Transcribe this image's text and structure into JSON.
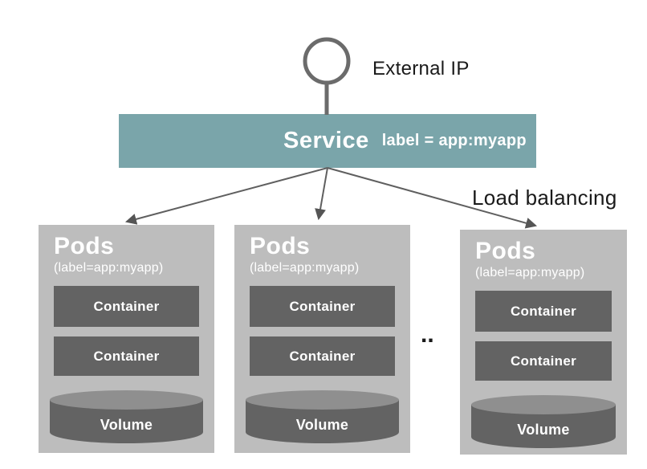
{
  "diagram": {
    "external_ip": {
      "label": "External IP"
    },
    "service": {
      "name": "Service",
      "selector": "label = app:myapp"
    },
    "load_balancing": {
      "label": "Load balancing"
    },
    "ellipsis": "..",
    "pods": [
      {
        "title": "Pods",
        "label": "(label=app:myapp)",
        "containers": [
          "Container",
          "Container"
        ],
        "volume": "Volume"
      },
      {
        "title": "Pods",
        "label": "(label=app:myapp)",
        "containers": [
          "Container",
          "Container"
        ],
        "volume": "Volume"
      },
      {
        "title": "Pods",
        "label": "(label=app:myapp)",
        "containers": [
          "Container",
          "Container"
        ],
        "volume": "Volume"
      }
    ],
    "colors": {
      "service_bar": "#7AA5AA",
      "pod_background": "#BDBDBD",
      "container_background": "#636363",
      "volume_top": "#8F8F8F",
      "connector_line": "#5f5f5f",
      "text_dark": "#1a1a1a",
      "text_light": "#ffffff"
    }
  }
}
